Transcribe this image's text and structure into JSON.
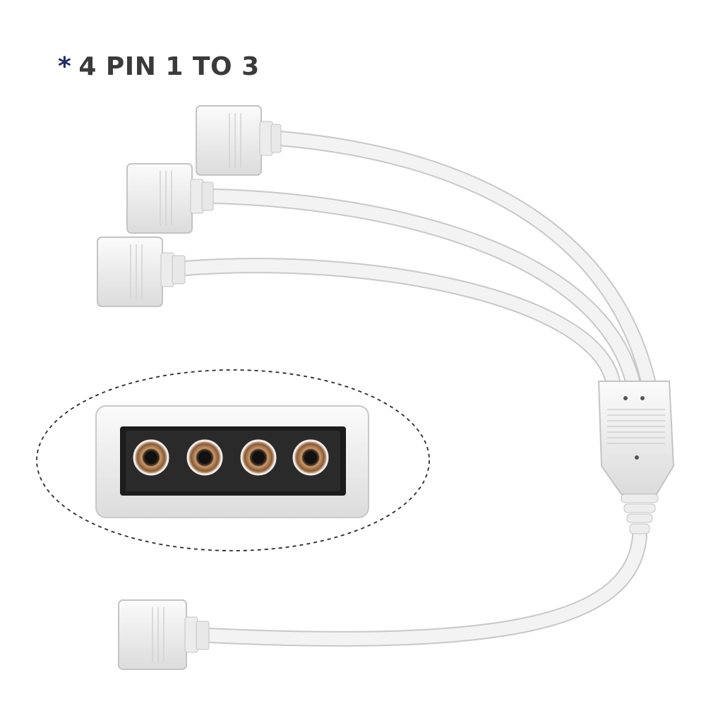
{
  "heading": {
    "marker": "*",
    "text": "4 PIN 1 TO 3"
  },
  "colors": {
    "marker": "#1f2a6b",
    "text": "#3a3a3a",
    "cable": "#f1f1f1",
    "pin": "#b07a4a",
    "housing": "#1c1c1c"
  },
  "product": {
    "connector_count": 4,
    "pins_per_connector": 4
  }
}
